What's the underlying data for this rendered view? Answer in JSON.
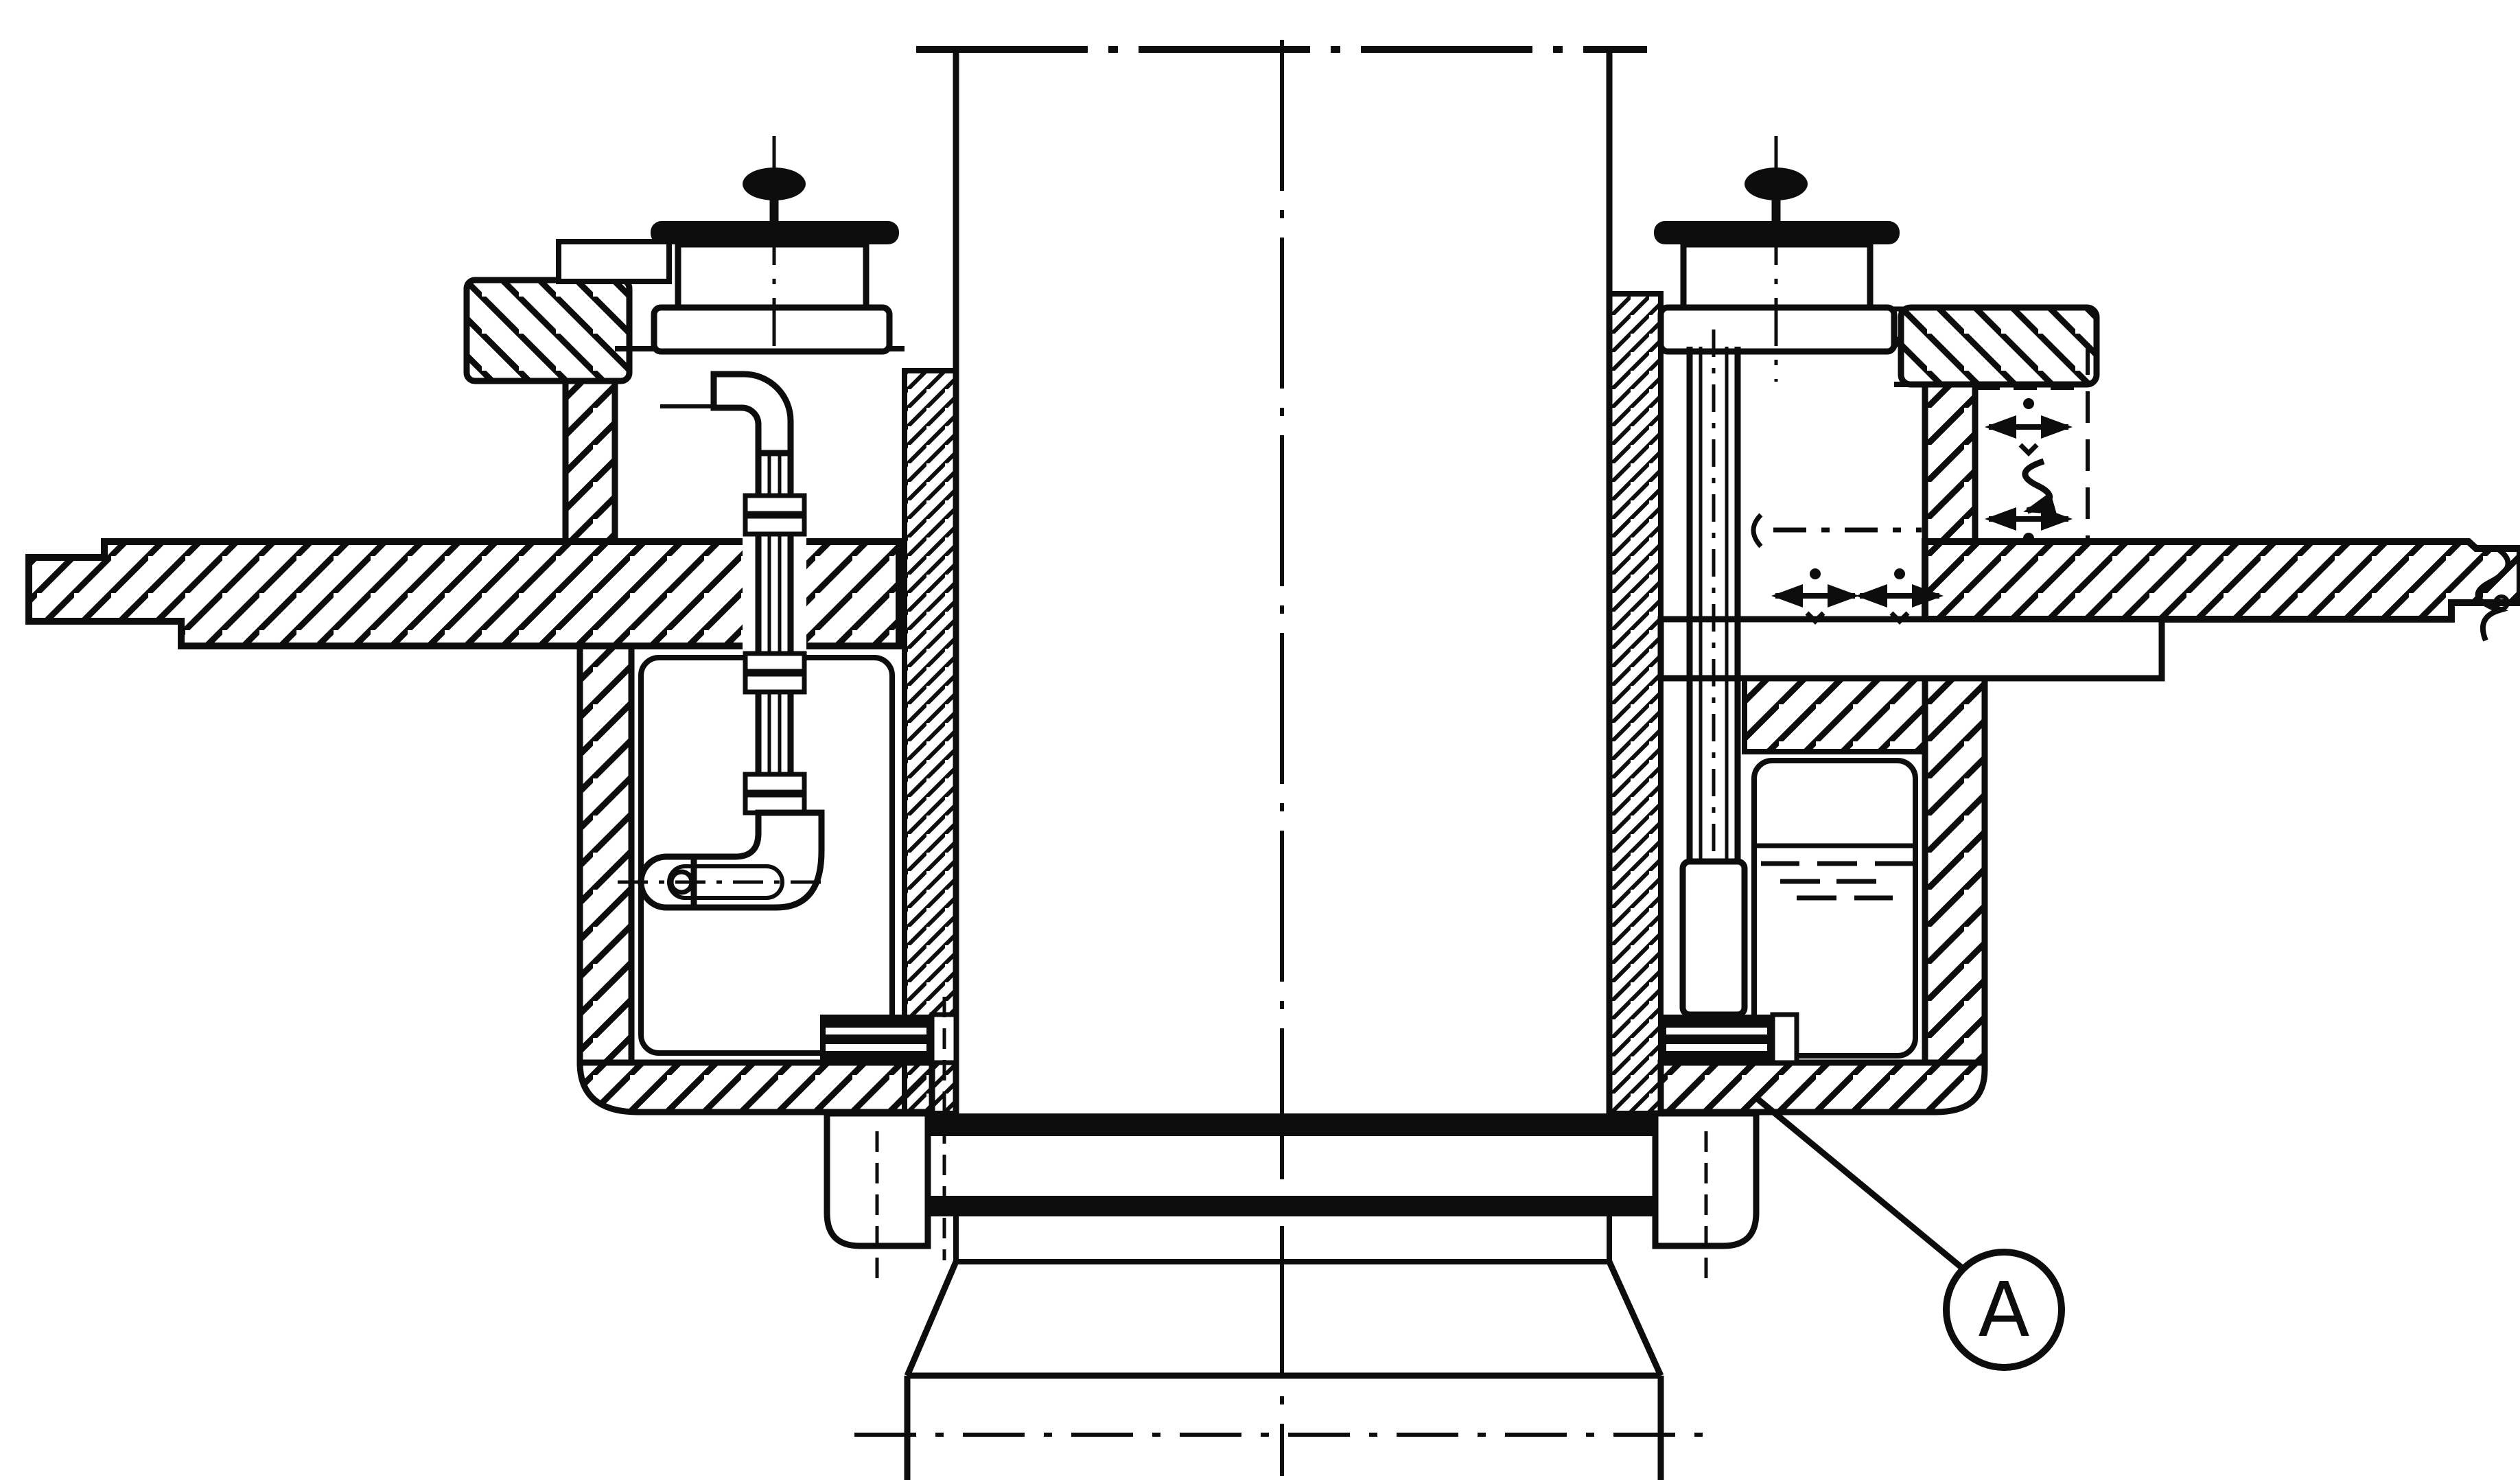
{
  "drawing": {
    "type": "engineering-cross-section",
    "description": "Sectional drawing of a vertical shaft gland / seal assembly passing through a deck plate, with upper and lower seal housings, vent caps, piping and a detail callout",
    "callout": {
      "label": "A"
    },
    "colors": {
      "ink": "#0d0d0d",
      "paper": "#ffffff"
    },
    "parts": [
      "shaft",
      "shaft-centerline",
      "deck-plate-left",
      "deck-plate-right",
      "shaft-liner-left",
      "shaft-liner-right",
      "gland-flange-left",
      "gland-flange-right",
      "upper-housing-left",
      "upper-housing-right",
      "lower-housing-left",
      "lower-housing-right",
      "vent-cap-left",
      "vent-cap-right",
      "vent-valve-left",
      "vent-valve-right",
      "elbow-pipe",
      "probe-pipe",
      "vent-tube",
      "liquid-level",
      "flow-arrows",
      "hidden-channel",
      "seal-stack-left",
      "seal-stack-right",
      "liner-flange-ring",
      "clamp-ring-left",
      "clamp-ring-right",
      "cone-hub",
      "break-mark",
      "leader-line",
      "callout-circle"
    ]
  }
}
